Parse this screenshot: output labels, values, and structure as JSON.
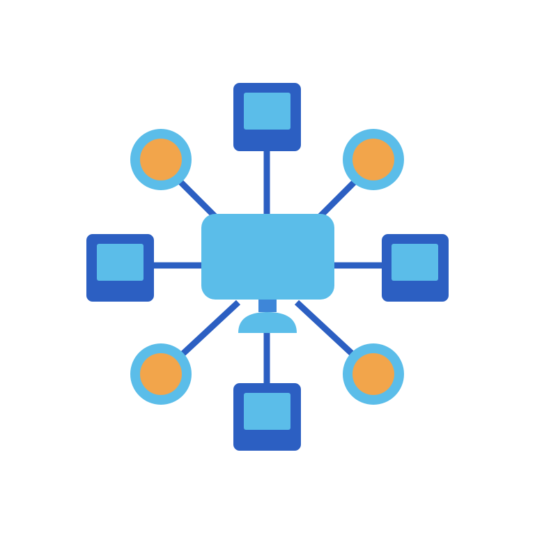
{
  "diagram": {
    "type": "hub-network-icon",
    "hub": {
      "shape": "rounded-rectangle",
      "icon": "hub-monitor-icon"
    },
    "nodes": [
      {
        "name": "node-top",
        "shape": "square",
        "icon": "computer-node-icon"
      },
      {
        "name": "node-top-left",
        "shape": "circle",
        "icon": "circle-node-icon"
      },
      {
        "name": "node-top-right",
        "shape": "circle",
        "icon": "circle-node-icon"
      },
      {
        "name": "node-left",
        "shape": "square",
        "icon": "computer-node-icon"
      },
      {
        "name": "node-right",
        "shape": "square",
        "icon": "computer-node-icon"
      },
      {
        "name": "node-bottom-left",
        "shape": "circle",
        "icon": "circle-node-icon"
      },
      {
        "name": "node-bottom-right",
        "shape": "circle",
        "icon": "circle-node-icon"
      },
      {
        "name": "node-bottom",
        "shape": "square",
        "icon": "computer-node-icon"
      }
    ],
    "connections": [
      [
        "hub",
        "node-top"
      ],
      [
        "hub",
        "node-top-left"
      ],
      [
        "hub",
        "node-top-right"
      ],
      [
        "hub",
        "node-left"
      ],
      [
        "hub",
        "node-right"
      ],
      [
        "hub",
        "node-bottom-left"
      ],
      [
        "hub",
        "node-bottom-right"
      ],
      [
        "hub",
        "node-bottom"
      ]
    ]
  },
  "colors": {
    "background": "#ffffff",
    "light_blue": "#5bbde9",
    "dark_blue": "#2c5fc2",
    "mid_blue": "#3e86d8",
    "orange": "#f2a54b"
  }
}
